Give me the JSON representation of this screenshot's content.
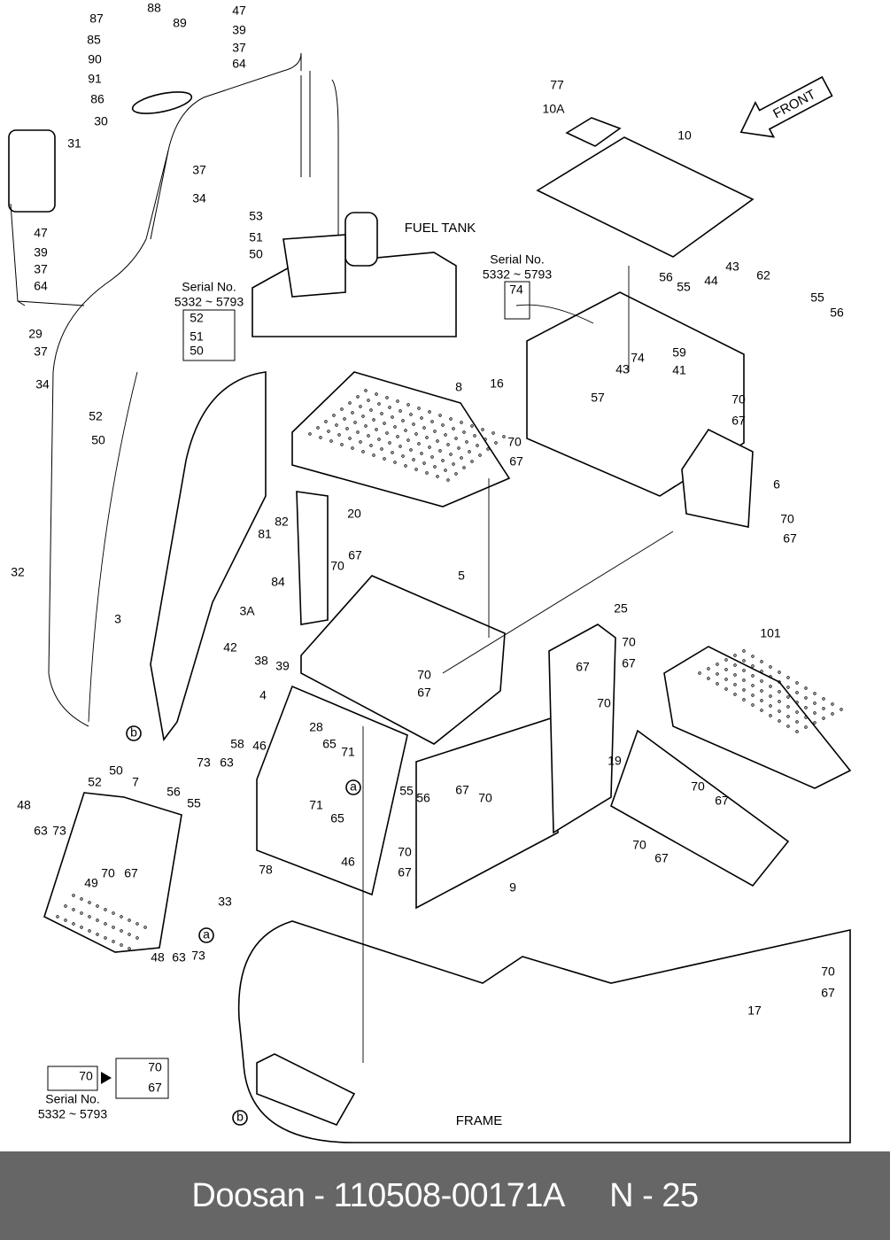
{
  "diagram": {
    "text_labels": {
      "fuel_tank": "FUEL TANK",
      "front": "FRONT",
      "frame": "FRAME",
      "serial_caption": "Serial No.",
      "serial_range": "5332 ~ 5793"
    },
    "callouts": [
      "88",
      "89",
      "87",
      "85",
      "90",
      "91",
      "86",
      "30",
      "47",
      "39",
      "37",
      "64",
      "31",
      "37",
      "34",
      "53",
      "51",
      "50",
      "47",
      "39",
      "37",
      "64",
      "29",
      "37",
      "34",
      "52",
      "51",
      "50",
      "52",
      "50",
      "32",
      "3",
      "77",
      "10A",
      "10",
      "74",
      "56",
      "55",
      "44",
      "43",
      "62",
      "55",
      "56",
      "16",
      "74",
      "43",
      "59",
      "41",
      "57",
      "70",
      "67",
      "6",
      "70",
      "67",
      "8",
      "70",
      "67",
      "20",
      "82",
      "81",
      "84",
      "67",
      "70",
      "5",
      "3A",
      "42",
      "38",
      "39",
      "25",
      "70",
      "67",
      "101",
      "4",
      "70",
      "67",
      "67",
      "70",
      "28",
      "65",
      "71",
      "46",
      "58",
      "73",
      "63",
      "56",
      "55",
      "7",
      "71",
      "65",
      "55",
      "56",
      "67",
      "70",
      "19",
      "70",
      "67",
      "70",
      "67",
      "48",
      "63",
      "73",
      "49",
      "70",
      "67",
      "78",
      "33",
      "46",
      "70",
      "67",
      "9",
      "48",
      "63",
      "73",
      "52",
      "50",
      "70",
      "67",
      "17",
      "70",
      "70",
      "67"
    ],
    "circle_markers": [
      "b",
      "a",
      "a",
      "b"
    ]
  },
  "footer": {
    "brand": "Doosan",
    "part_number": "110508-00171A",
    "page": "N - 25"
  }
}
